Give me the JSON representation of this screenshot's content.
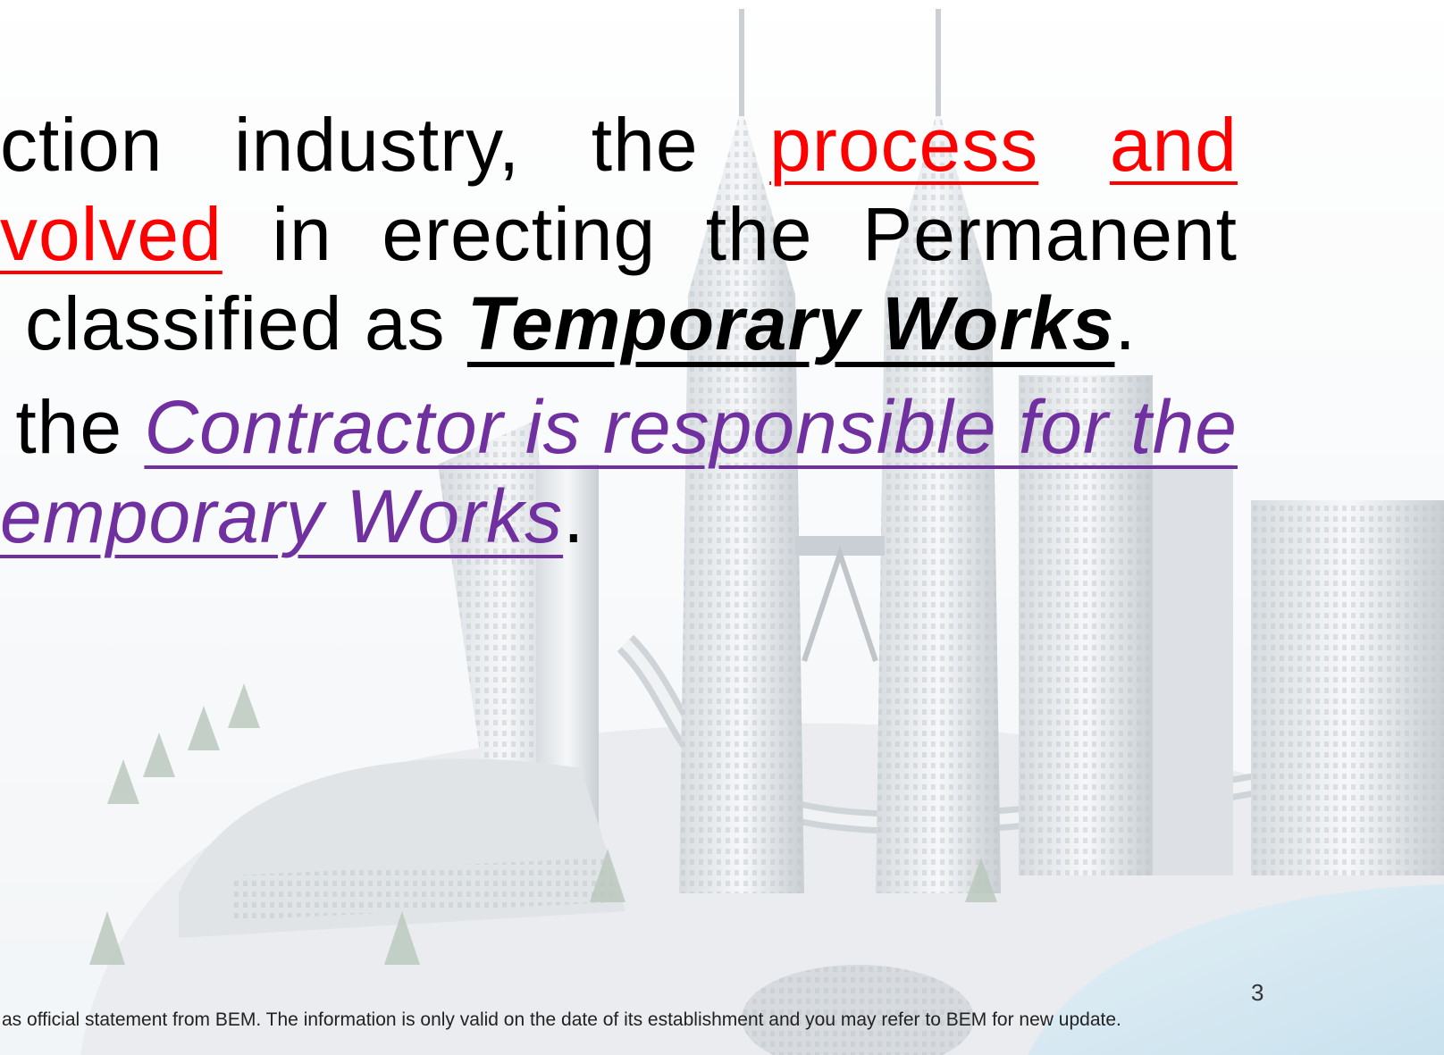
{
  "bullet_1": {
    "line_1": [
      "ction",
      "industry,",
      "the",
      "process",
      "and"
    ],
    "line_2_red": "volved",
    "line_2_rest": [
      "in",
      "erecting",
      "the",
      "Permanent"
    ],
    "line_3_prefix": "classified as ",
    "line_3_emphasis": "Temporary Works",
    "line_3_suffix": "."
  },
  "bullet_2": {
    "line_1_prefix": "the ",
    "line_1_purple": "Contractor is responsible for the",
    "line_2_purple": "emporary Works",
    "line_2_suffix": "."
  },
  "page_number": "3",
  "disclaimer": "as official statement from BEM. The information is only valid on the date of its establishment and you may refer to BEM for new update.",
  "colors": {
    "highlight_red": "#ff0000",
    "highlight_purple": "#7030a0",
    "body_text": "#000000"
  }
}
